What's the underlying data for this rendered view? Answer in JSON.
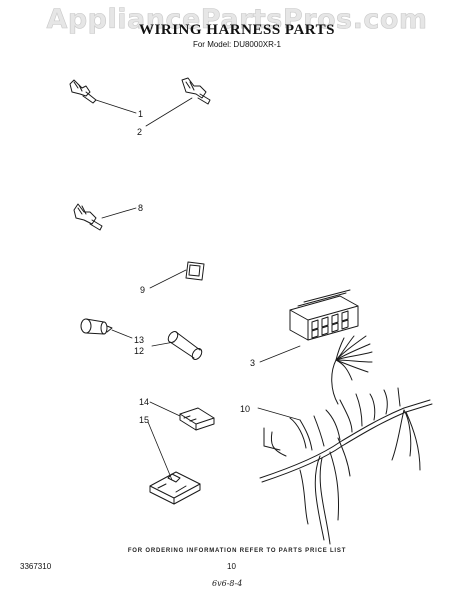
{
  "watermark": "AppliancePartsPros.com",
  "title": "WIRING HARNESS PARTS",
  "subtitle": "For Model: DU8000XR-1",
  "callouts": {
    "c1": "1",
    "c2": "2",
    "c3": "3",
    "c8": "8",
    "c9": "9",
    "c10": "10",
    "c12": "12",
    "c13": "13",
    "c14": "14",
    "c15": "15"
  },
  "footer": {
    "ordering_note": "FOR ORDERING INFORMATION REFER TO PARTS PRICE LIST",
    "part_number": "3367310",
    "page_number": "10",
    "handwritten": "6v6-8-4"
  }
}
